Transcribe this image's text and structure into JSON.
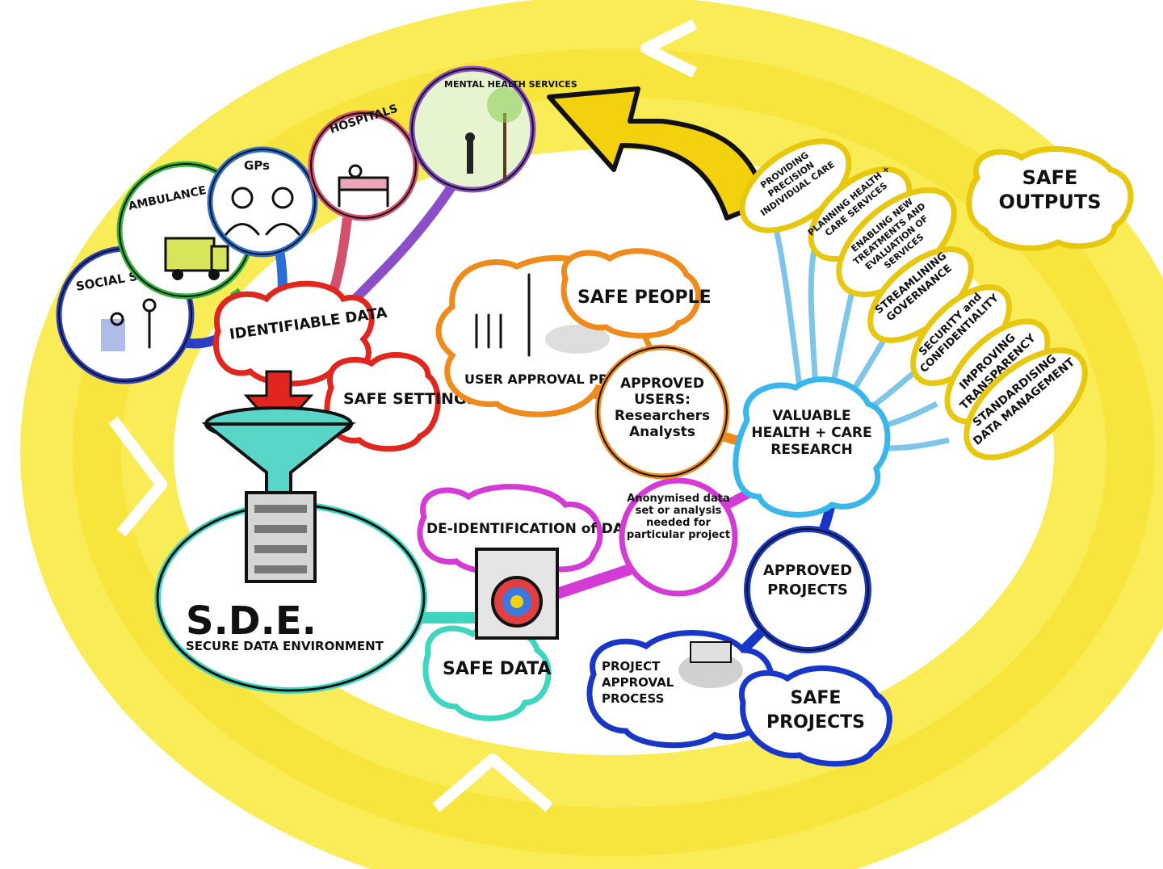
{
  "sources": {
    "social_services": "SOCIAL SERVICES",
    "ambulance_services": "AMBULANCE SERVICES",
    "gps": "GPs",
    "hospitals": "HOSPITALS",
    "mental_health_services": "MENTAL HEALTH SERVICES"
  },
  "identifiable_data": "IDENTIFIABLE DATA",
  "safe_settings": "SAFE SETTINGS",
  "sde": {
    "acronym": "S.D.E.",
    "label": "SECURE DATA ENVIRONMENT"
  },
  "safe_data": "SAFE DATA",
  "de_identification": "DE-IDENTIFICATION of DATA",
  "anonymised_note": "Anonymised data set or analysis needed for particular project",
  "safe_people": "SAFE PEOPLE",
  "user_approval_process": "USER APPROVAL PROCESS",
  "approved_users": "APPROVED USERS: Researchers Analysts",
  "valuable_research": "VALUABLE HEALTH + CARE RESEARCH",
  "approved_projects": "APPROVED PROJECTS",
  "project_approval_process": "PROJECT APPROVAL PROCESS",
  "safe_projects": "SAFE PROJECTS",
  "safe_outputs": "SAFE OUTPUTS",
  "outputs": [
    "PROVIDING PRECISION INDIVIDUAL CARE",
    "PLANNING HEALTH + CARE SERVICES",
    "ENABLING NEW TREATMENTS AND EVALUATION OF SERVICES",
    "STREAMLINING GOVERNANCE",
    "SECURITY and CONFIDENTIALITY",
    "IMPROVING TRANSPARENCY",
    "STANDARDISING DATA MANAGEMENT"
  ],
  "colors": {
    "cycle_yellow": "#f7e21c",
    "social": "#2b3fc4",
    "ambulance": "#2fb53a",
    "gps": "#2a6fd6",
    "hospitals": "#d4506f",
    "mental_health": "#8a4ec9",
    "identifiable": "#e0261e",
    "sde": "#3fd6c0",
    "de_identification": "#d43ad4",
    "people": "#ef8a1c",
    "research": "#39b7ea",
    "projects": "#1836c8",
    "outputs": "#e8c70f"
  }
}
